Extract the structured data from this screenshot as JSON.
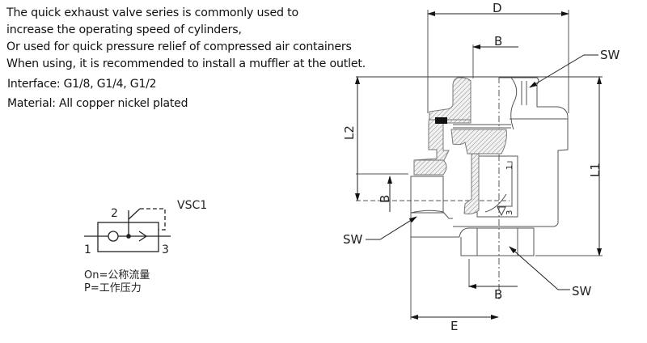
{
  "description": {
    "lines": [
      "The quick exhaust valve series is commonly used to",
      "increase the operating speed of cylinders,",
      "Or used for quick pressure relief of compressed air containers",
      "When using, it is recommended to install a muffler at the outlet."
    ],
    "interface": "Interface: G1/8, G1/4, G1/2",
    "material": "Material: All copper nickel plated"
  },
  "symbol": {
    "model": "VSC1",
    "port_1": "1",
    "port_2": "2",
    "port_3": "3",
    "legend": [
      "On=公称流量",
      "P=工作压力"
    ]
  },
  "dimensions": {
    "D": "D",
    "B_top": "B",
    "B_side": "B",
    "B_bottom": "B",
    "E": "E",
    "L1": "L1",
    "L2": "L2",
    "SW_top": "SW",
    "SW_left": "SW",
    "SW_bottom": "SW",
    "inner_port_1": "1",
    "inner_port_3": "3"
  }
}
